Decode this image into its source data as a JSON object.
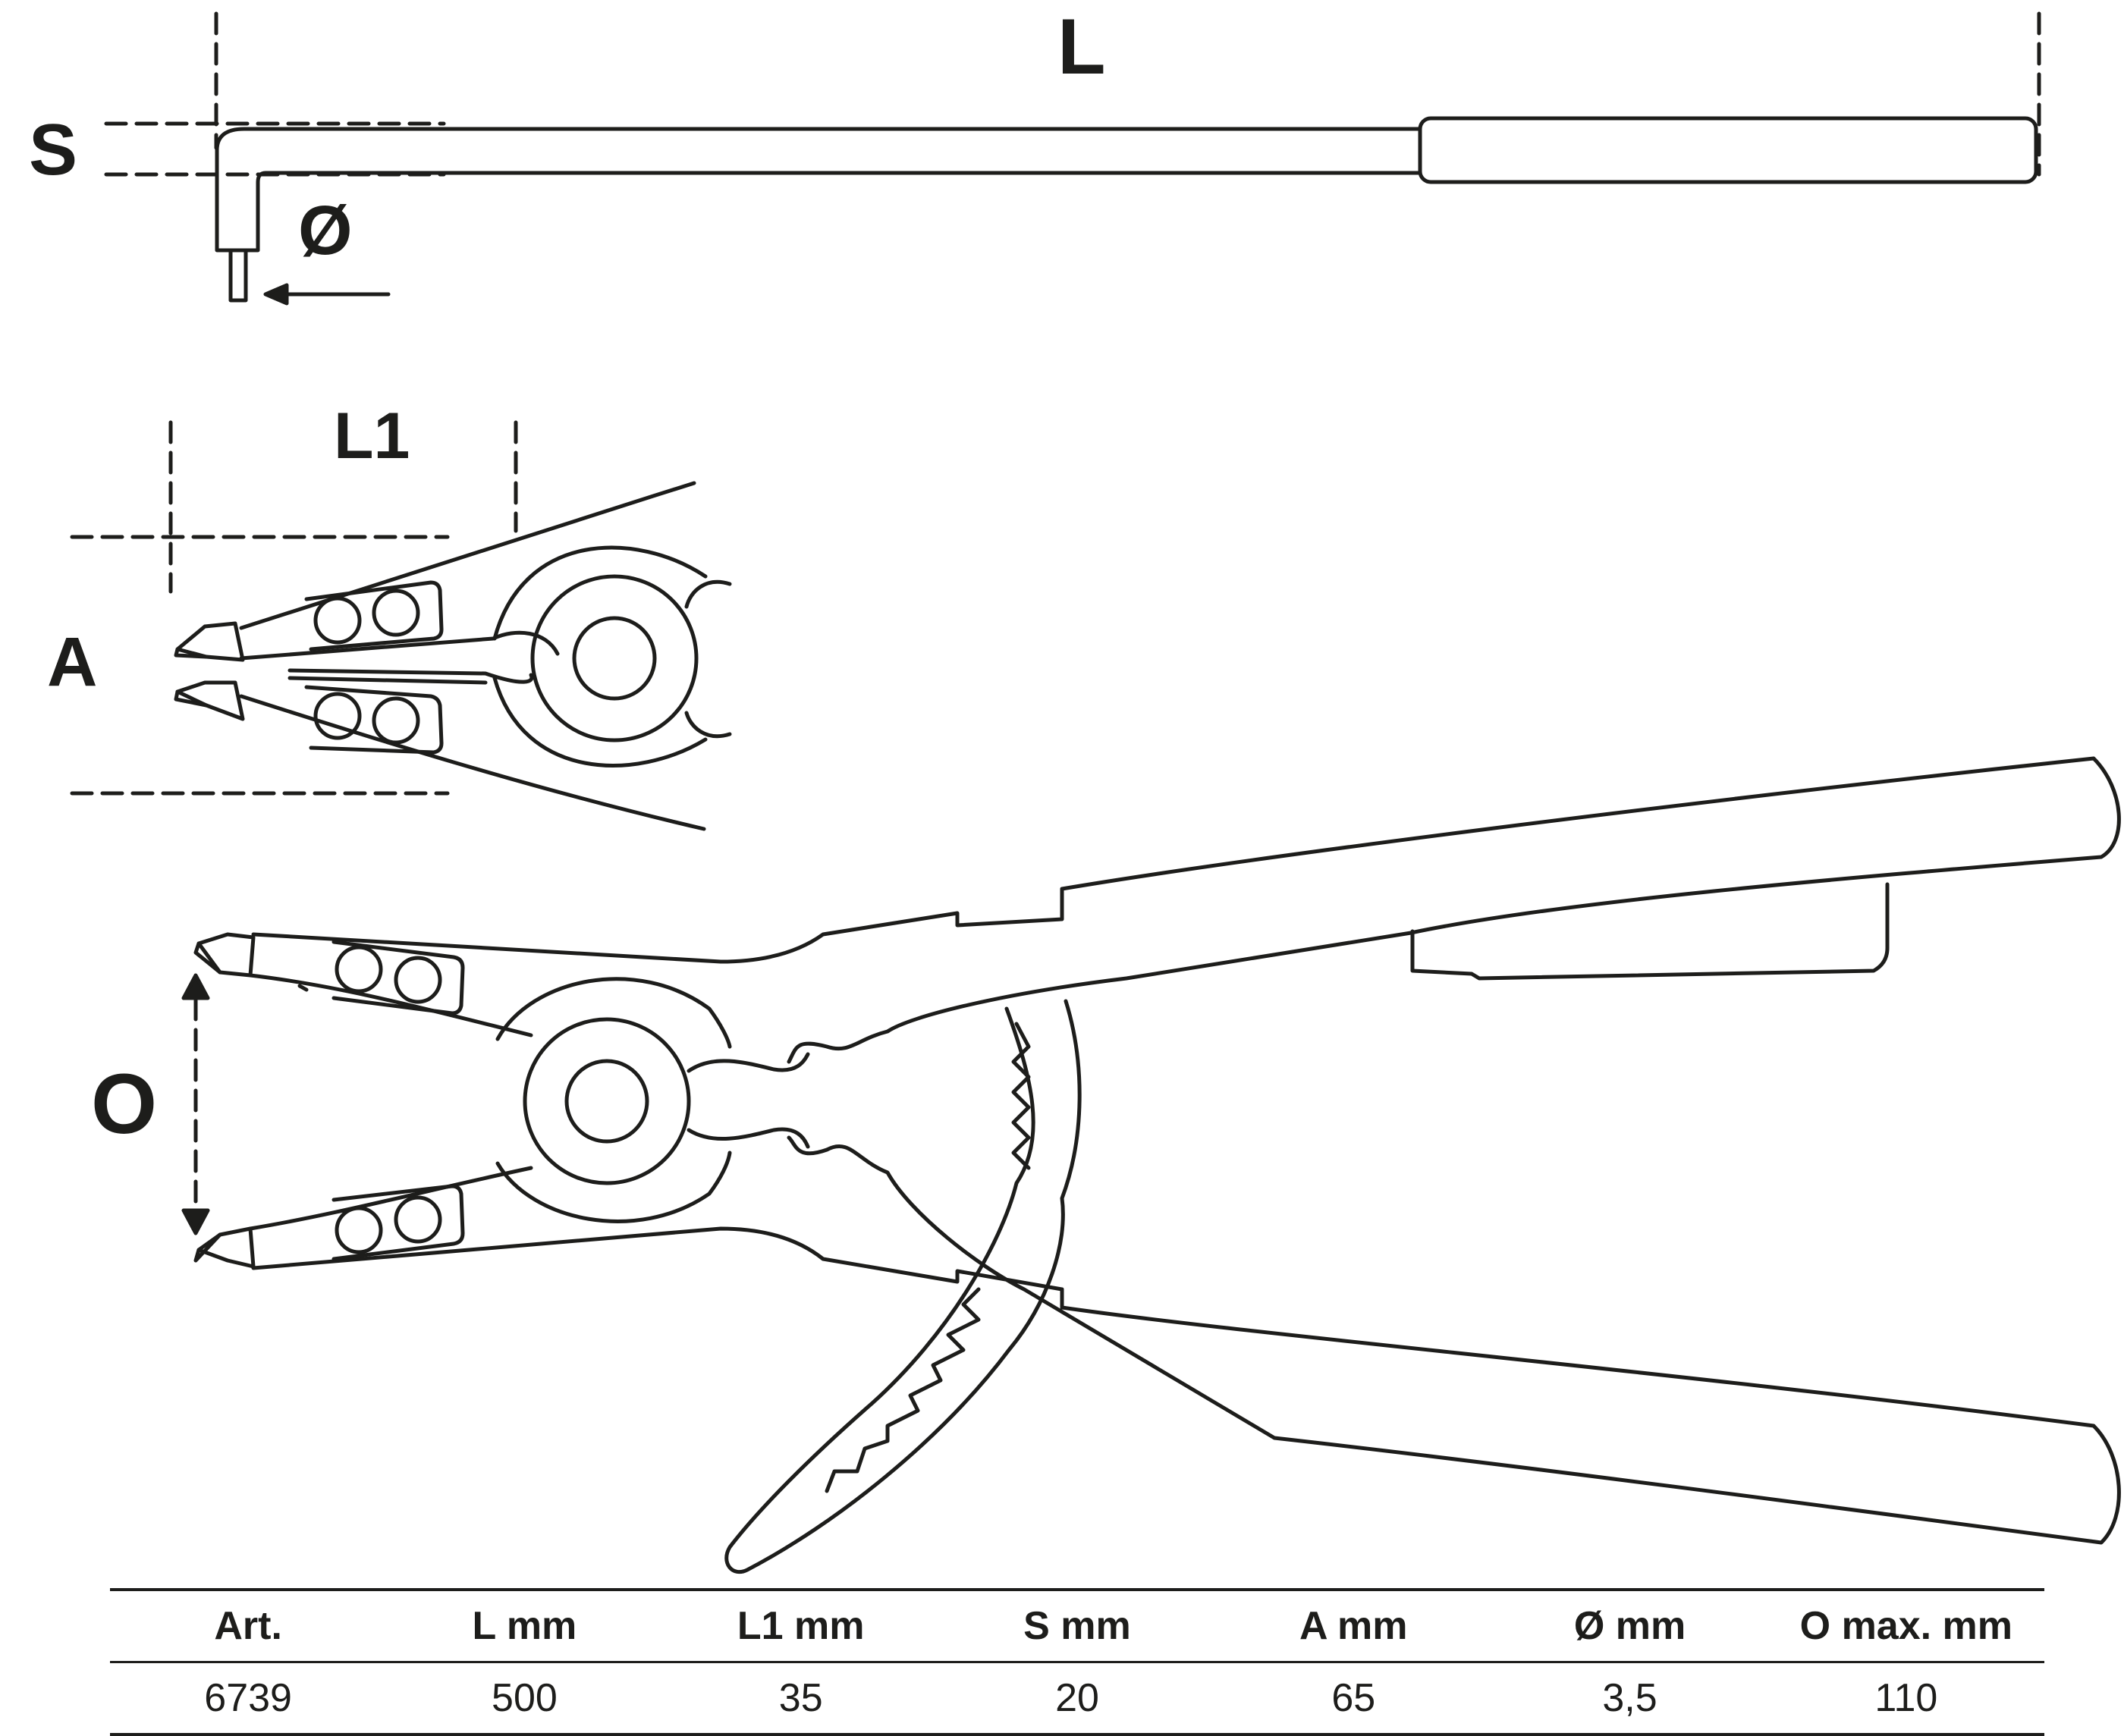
{
  "drawing": {
    "label_L": "L",
    "label_S": "S",
    "label_diameter": "Ø",
    "label_L1": "L1",
    "label_A": "A",
    "label_O": "O"
  },
  "spec_table": {
    "headers": [
      "Art.",
      "L   mm",
      "L1   mm",
      "S   mm",
      "A   mm",
      "Ø   mm",
      "O   max.  mm"
    ],
    "row": [
      "6739",
      "500",
      "35",
      "20",
      "65",
      "3,5",
      "110"
    ]
  }
}
